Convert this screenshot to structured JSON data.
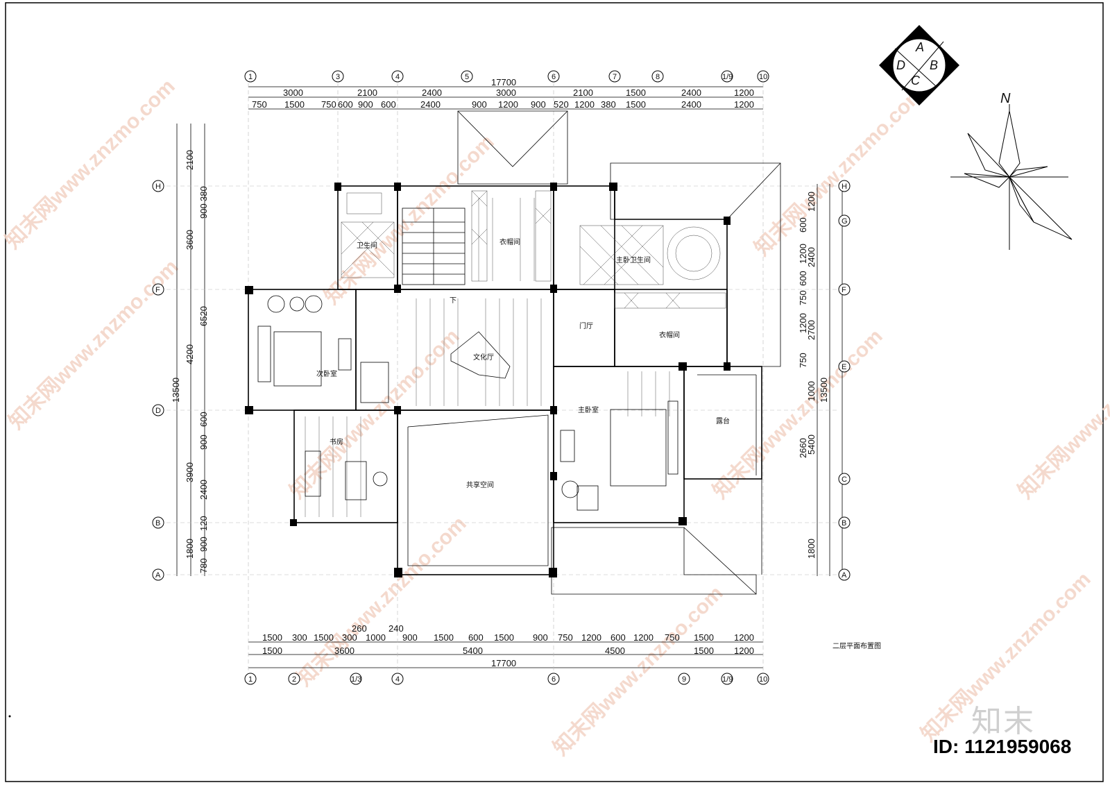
{
  "drawing_title": "二层平面布置图",
  "north_label": "N",
  "compass_letters": [
    "A",
    "B",
    "C",
    "D"
  ],
  "watermark_text": "知末网www.znzmo.com",
  "watermark_brand": "知末",
  "drawing_id": "ID: 1121959068",
  "top_axes": [
    "1",
    "3",
    "4",
    "5",
    "6",
    "7",
    "8",
    "1/9",
    "10"
  ],
  "bottom_axes": [
    "1",
    "2",
    "1/3",
    "4",
    "6",
    "9",
    "1/9",
    "10"
  ],
  "left_axes": [
    "H",
    "F",
    "D",
    "B",
    "A"
  ],
  "right_axes": [
    "H",
    "G",
    "F",
    "E",
    "C",
    "B",
    "A"
  ],
  "top_dims": {
    "total": "17700",
    "row1": [
      "3000",
      "2100",
      "2400",
      "3000",
      "2100",
      "1500",
      "2400",
      "1200"
    ],
    "row2": [
      "750",
      "1500",
      "750",
      "600",
      "900",
      "600",
      "2400",
      "900",
      "1200",
      "900",
      "520",
      "1200",
      "380",
      "1500",
      "2400",
      "1200"
    ]
  },
  "bottom_dims": {
    "extra": [
      "260",
      "240"
    ],
    "row1": [
      "1500",
      "300",
      "1500",
      "300",
      "1000",
      "900",
      "1500",
      "600",
      "1500",
      "900",
      "750",
      "1200",
      "600",
      "1200",
      "750",
      "1500",
      "1200"
    ],
    "row2": [
      "1500",
      "3600",
      "5400",
      "4500",
      "1500",
      "1200"
    ],
    "total": "17700"
  },
  "left_dims": {
    "total": "13500",
    "row1": [
      "2100",
      "3600",
      "4200",
      "3900",
      "1800"
    ],
    "row2": [
      "900",
      "380",
      "6520",
      "900",
      "600",
      "2400",
      "120",
      "780",
      "900"
    ]
  },
  "right_dims": {
    "total": "13500",
    "row1": [
      "1200",
      "2400",
      "2700",
      "1000",
      "5400",
      "1800"
    ],
    "row2": [
      "600",
      "1200",
      "600",
      "750",
      "1200",
      "750",
      "2660"
    ]
  },
  "rooms": {
    "bathroom": "卫生间",
    "walk_in_closet_1": "衣帽间",
    "master_bath": "主卧卫生间",
    "foyer": "门厅",
    "walk_in_closet_2": "衣帽间",
    "second_bedroom": "次卧室",
    "culture_hall": "文化厅",
    "master_bedroom": "主卧室",
    "terrace": "露台",
    "study": "书房",
    "shared_space": "共享空间",
    "stair_down": "下"
  }
}
